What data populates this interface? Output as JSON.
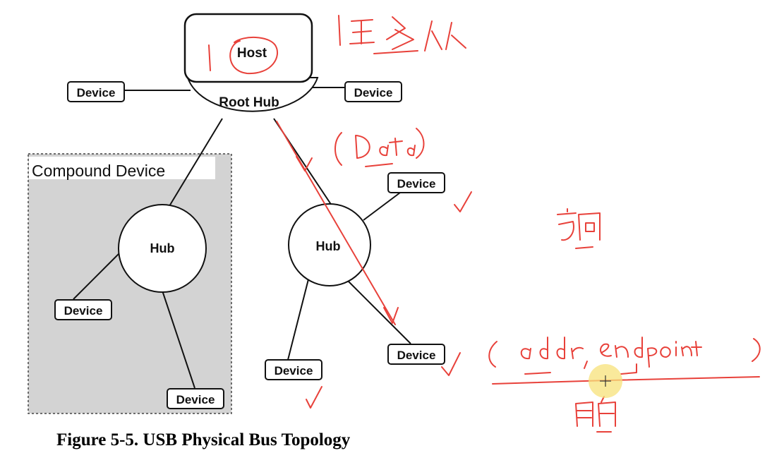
{
  "diagram": {
    "host": {
      "label": "Host"
    },
    "root_hub": {
      "label": "Root Hub"
    },
    "compound_device": {
      "label": "Compound Device"
    },
    "hub_left": {
      "label": "Hub"
    },
    "hub_right": {
      "label": "Hub"
    },
    "devices": [
      {
        "label": "Device"
      },
      {
        "label": "Device"
      },
      {
        "label": "Device"
      },
      {
        "label": "Device"
      },
      {
        "label": "Device"
      },
      {
        "label": "Device"
      },
      {
        "label": "Device"
      }
    ],
    "caption": "Figure 5-5.  USB Physical Bus Topology"
  },
  "annotations": {
    "data_note": "( Data )",
    "addr_note": "( addr , endpoint )",
    "colors": {
      "annotation": "#e8413a",
      "highlight": "#f7e27a",
      "compound_bg": "#d3d3d3"
    }
  }
}
